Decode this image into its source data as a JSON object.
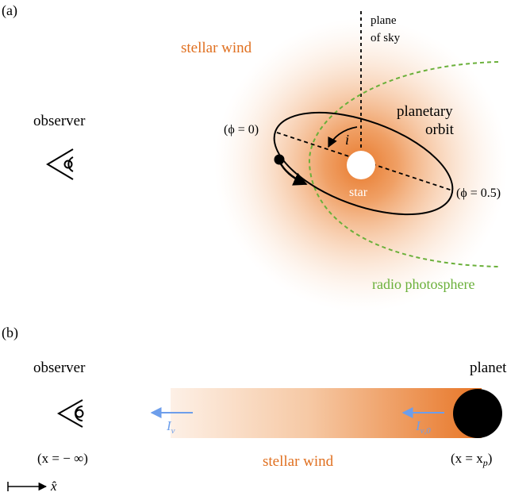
{
  "panel_a": {
    "label": "(a)",
    "observer": "observer",
    "stellar_wind": "stellar wind",
    "plane_of_sky_1": "plane",
    "plane_of_sky_2": "of sky",
    "planetary_orbit_1": "planetary",
    "planetary_orbit_2": "orbit",
    "inclination": "i",
    "star": "star",
    "phase_0": "(ϕ = 0)",
    "phase_05": "(ϕ = 0.5)",
    "radio_photosphere": "radio photosphere"
  },
  "panel_b": {
    "label": "(b)",
    "observer": "observer",
    "planet": "planet",
    "observer_position": "(x = − ∞)",
    "planet_position_prefix": "(x = x",
    "planet_position_sub": "p",
    "planet_position_suffix": ")",
    "stellar_wind": "stellar wind",
    "intensity_observed_main": "I",
    "intensity_observed_sub": "ν",
    "intensity_planet_main": "I",
    "intensity_planet_sub": "ν,0",
    "axis_label": "x̂"
  },
  "colors": {
    "wind": "#e8782a",
    "wind_text": "#e07020",
    "photosphere": "#6ab03a",
    "intensity_arrow": "#6d9eeb",
    "ink": "#000000"
  }
}
